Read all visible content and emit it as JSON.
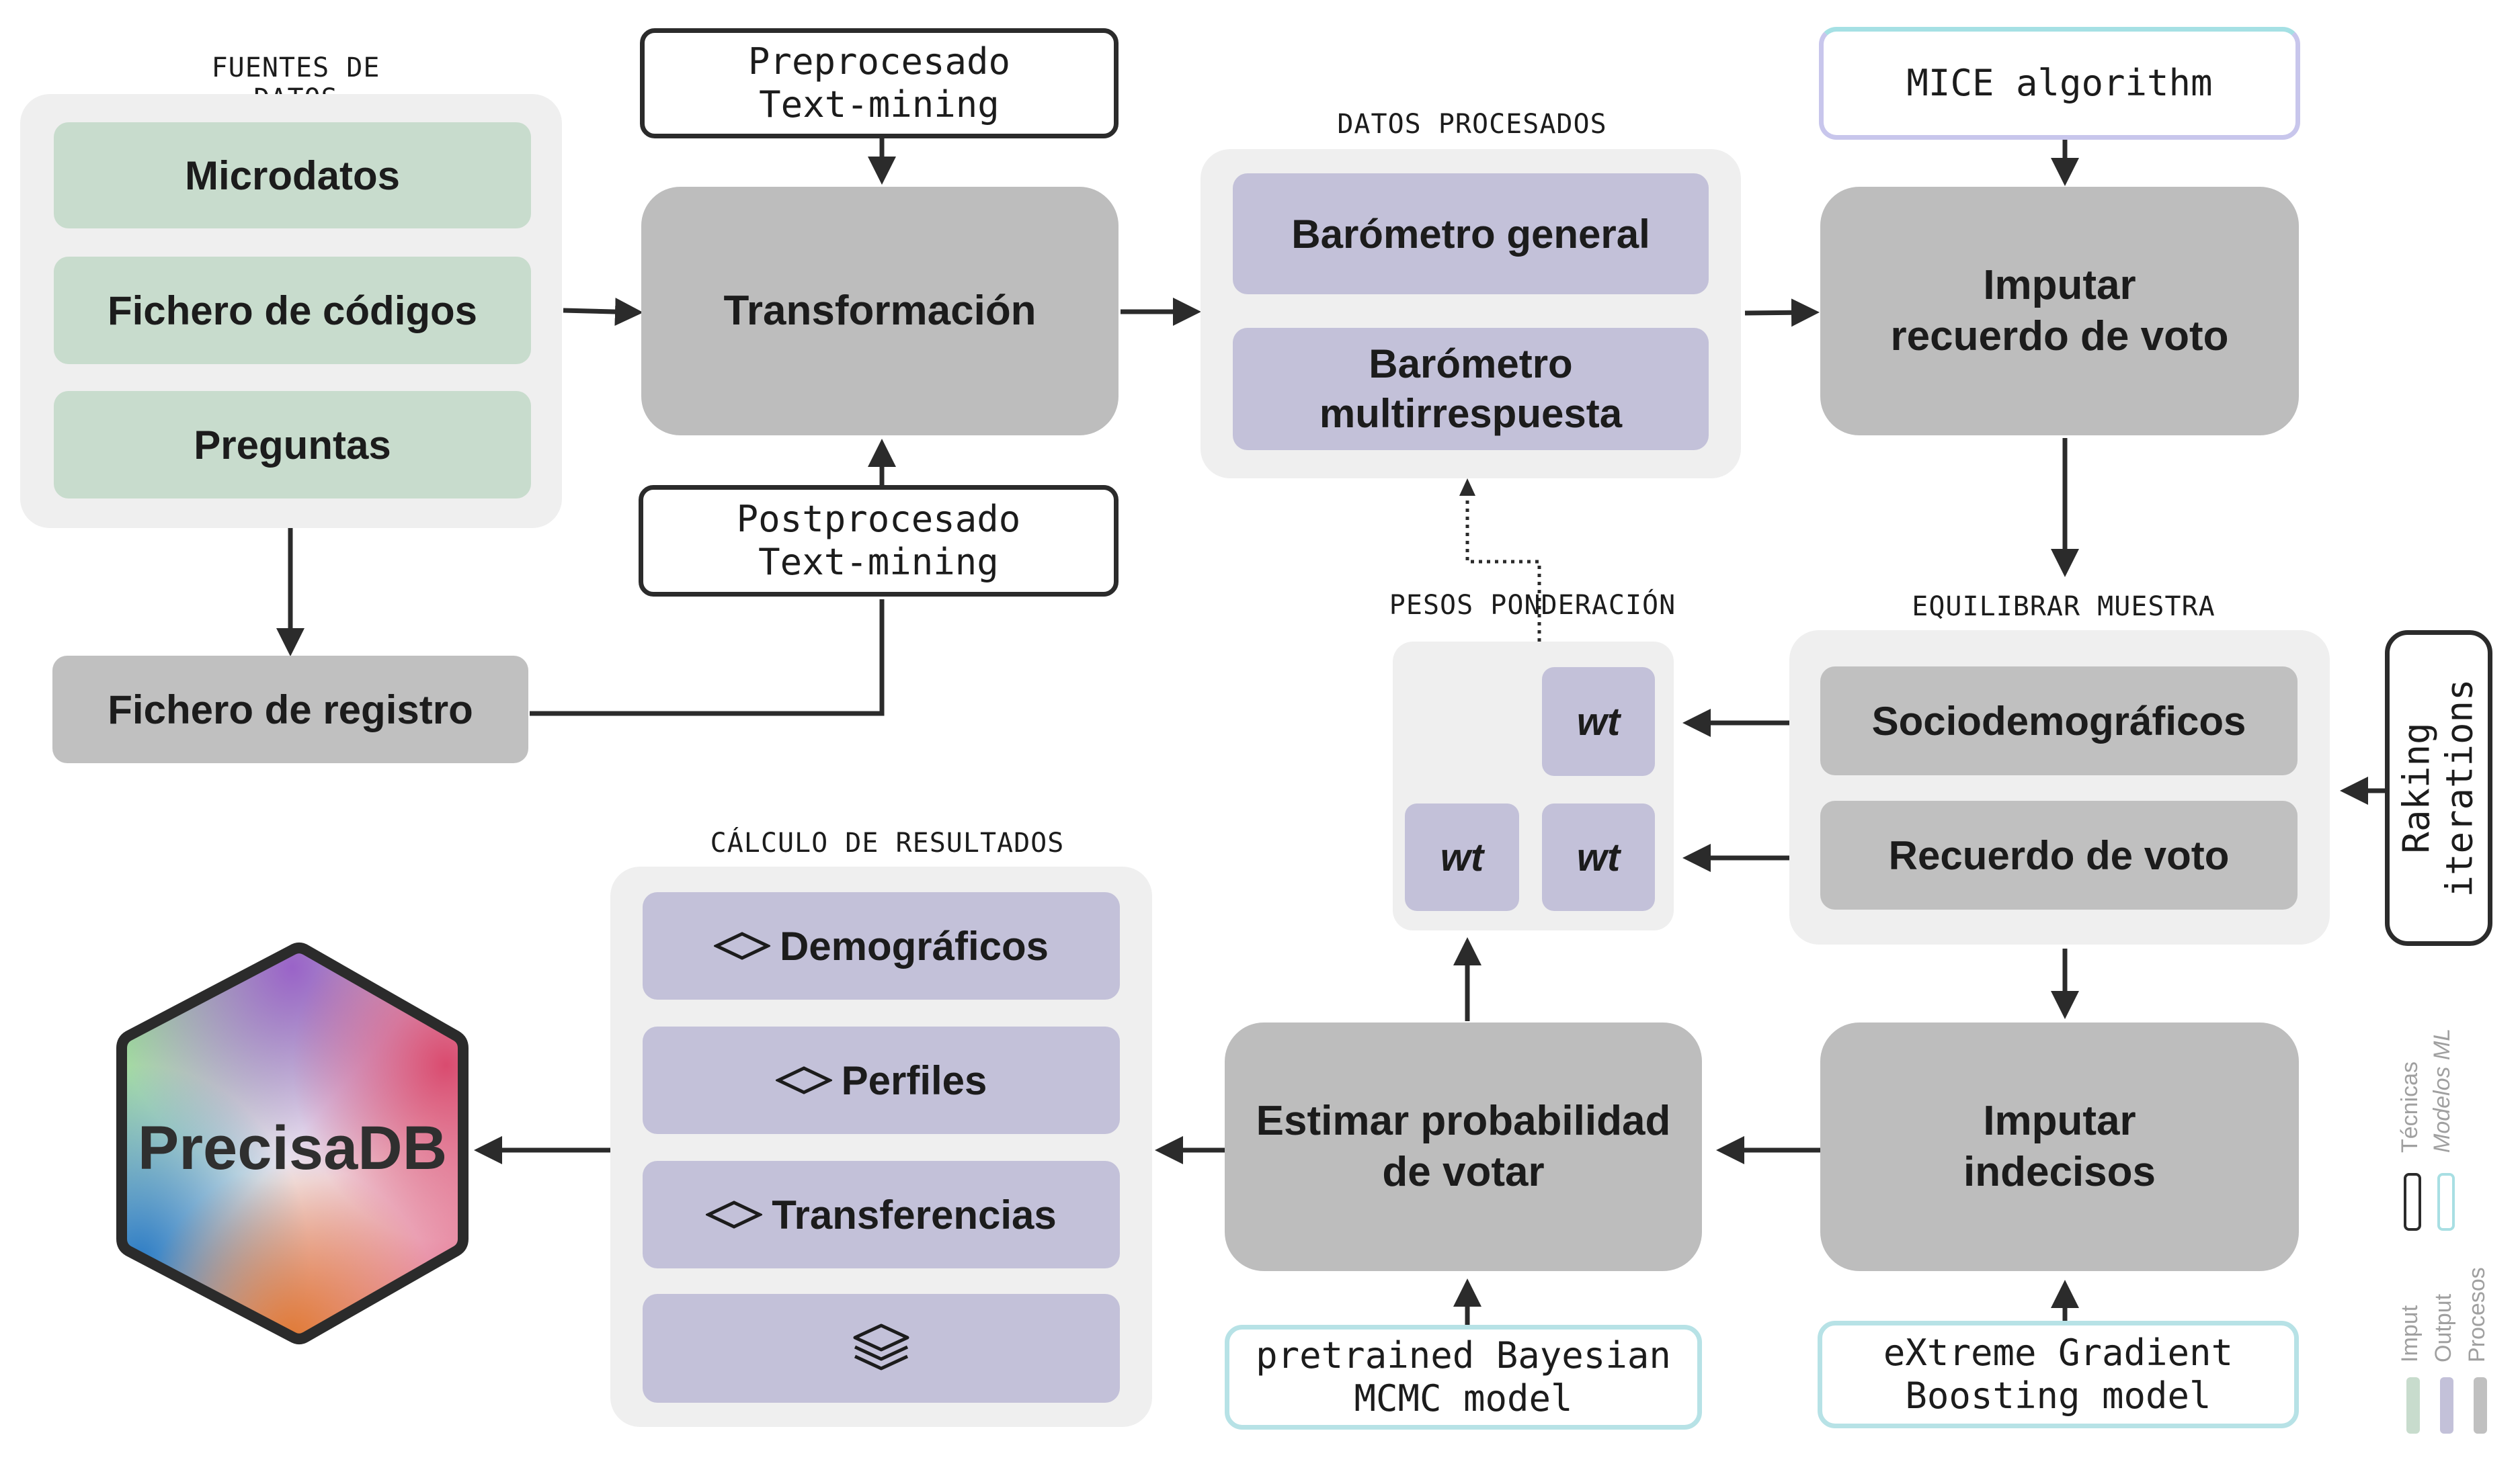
{
  "sections": {
    "sources": "FUENTES DE DATOS",
    "processed": "DATOS PROCESADOS",
    "weights": "PESOS PONDERACIÓN",
    "balance": "EQUILIBRAR MUESTRA",
    "results": "CÁLCULO DE RESULTADOS"
  },
  "sources": {
    "items": [
      "Microdatos",
      "Fichero de códigos",
      "Preguntas"
    ],
    "registry": "Fichero de registro"
  },
  "techniques": {
    "preprocess": "Preprocesado\nText-mining",
    "postprocess": "Postprocesado\nText-mining",
    "raking": "Raking\niterations"
  },
  "ml_models": {
    "mice": "MICE algorithm",
    "bayesian": "pretrained Bayesian\nMCMC model",
    "xgboost": "eXtreme Gradient\nBoosting model"
  },
  "processes": {
    "transform": "Transformación",
    "impute_vote": "Imputar\nrecuerdo de voto",
    "impute_undecided": "Imputar\nindecisos",
    "estimate": "Estimar probabilidad\nde votar"
  },
  "processed": {
    "items": [
      "Barómetro general",
      "Barómetro\nmultirrespuesta"
    ]
  },
  "weights": {
    "items": [
      "wt",
      "wt",
      "wt"
    ]
  },
  "balance": {
    "items": [
      "Sociodemográficos",
      "Recuerdo de voto"
    ]
  },
  "results": {
    "items": [
      "Demográficos",
      "Perfiles",
      "Transferencias"
    ],
    "diamond_icon": "diamond-outline-icon",
    "layers_icon": "layers-icon"
  },
  "logo": {
    "text": "PrecisaDB",
    "border_color": "#2b2b2b"
  },
  "legend": {
    "top": [
      "Técnicas",
      "Modelos ML"
    ],
    "bottom": [
      "Imput",
      "Output",
      "Procesos"
    ]
  },
  "colors": {
    "input_green": "#c8dccd",
    "output_purple": "#c3c1d9",
    "process_grey": "#bdbdbd",
    "technique_border": "#2b2b2b",
    "ml_border": "#a8dfe3",
    "group_bg": "#efefef"
  }
}
